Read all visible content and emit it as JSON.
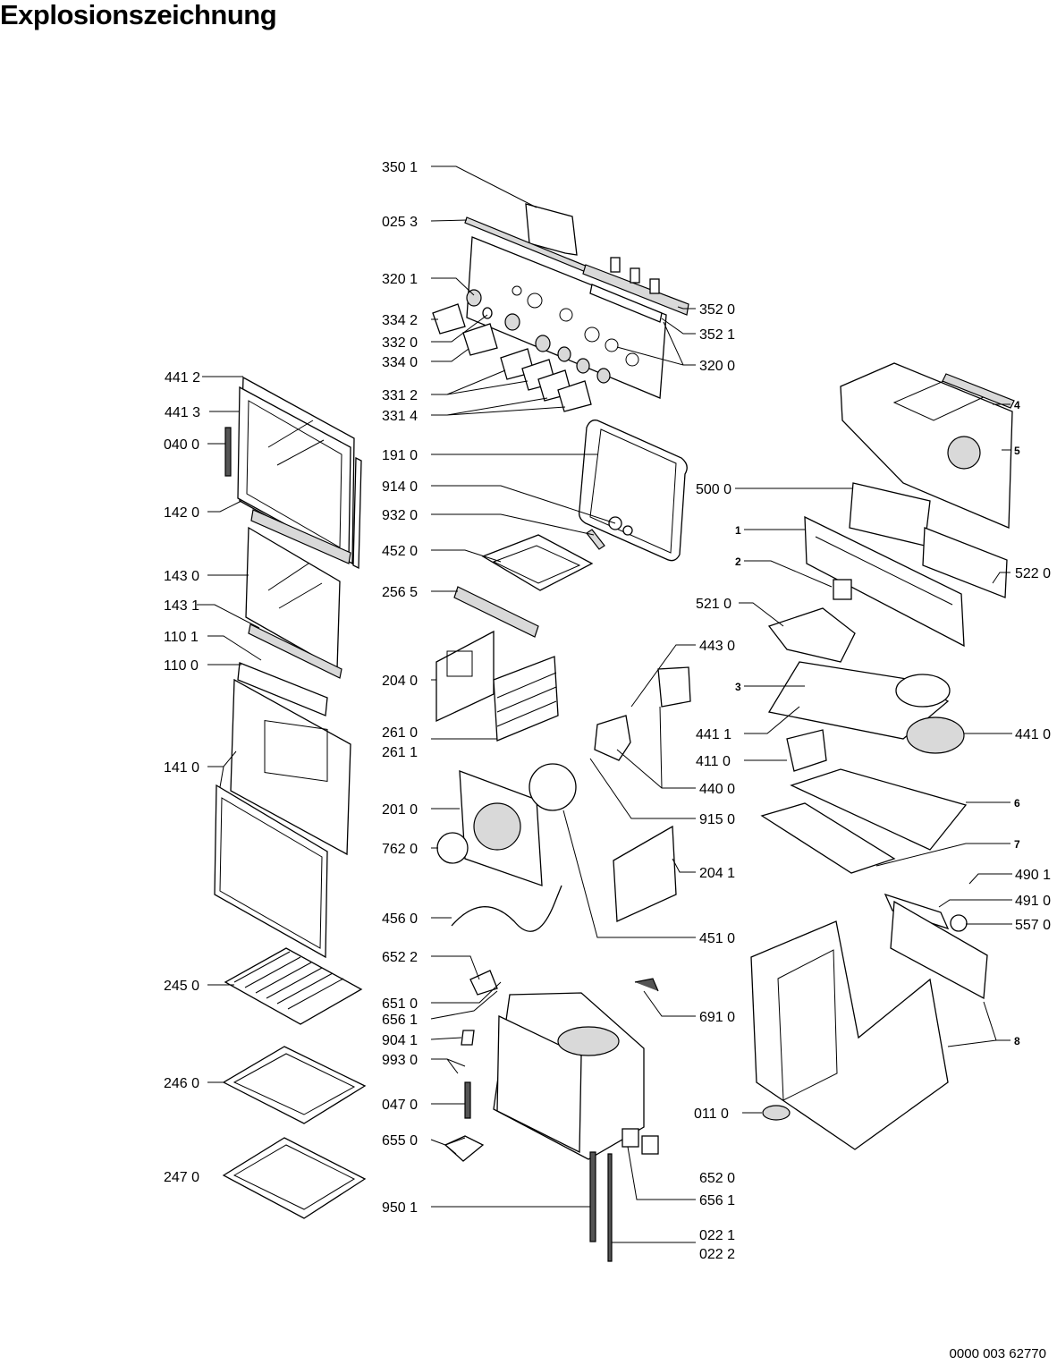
{
  "title": "Explosionszeichnung",
  "footer": "0000 003 62770",
  "labels": {
    "l3501": "350 1",
    "l0253": "025 3",
    "l3201": "320 1",
    "l3342": "334 2",
    "l3320": "332 0",
    "l3340": "334 0",
    "l3312": "331 2",
    "l3314": "331 4",
    "l3520": "352 0",
    "l3521": "352 1",
    "l3200": "320 0",
    "l4412": "441 2",
    "l4413": "441 3",
    "l0400": "040 0",
    "l1420": "142 0",
    "l1430": "143 0",
    "l1431": "143 1",
    "l1101": "110 1",
    "l1100": "110 0",
    "l1410": "141 0",
    "l2450": "245 0",
    "l2460": "246 0",
    "l2470": "247 0",
    "l1910": "191 0",
    "l9140": "914 0",
    "l9320": "932 0",
    "l4520": "452 0",
    "l2565": "256 5",
    "l2040": "204 0",
    "l2610": "261 0",
    "l2611": "261 1",
    "l2010": "201 0",
    "l7620": "762 0",
    "l4560": "456 0",
    "l6522": "652 2",
    "l6510": "651 0",
    "l6561a": "656 1",
    "l9041": "904 1",
    "l9930": "993 0",
    "l0470": "047 0",
    "l6550": "655 0",
    "l9501": "950 1",
    "l4430": "443 0",
    "l4400": "440 0",
    "l9150": "915 0",
    "l2041": "204 1",
    "l4510": "451 0",
    "l6910": "691 0",
    "l6520": "652 0",
    "l6561b": "656 1",
    "l0221": "022 1",
    "l0222": "022 2",
    "l5000": "500 0",
    "l5220": "522 0",
    "l5210": "521 0",
    "l4411": "441 1",
    "l4110": "411 0",
    "l4410": "441 0",
    "l4901": "490 1",
    "l4910": "491 0",
    "l5570": "557 0",
    "l0110": "011 0",
    "n1": "1",
    "n2": "2",
    "n3": "3",
    "n4": "4",
    "n5": "5",
    "n6": "6",
    "n7": "7",
    "n8": "8"
  }
}
